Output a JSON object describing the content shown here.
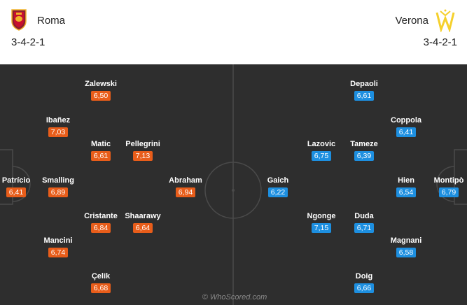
{
  "home": {
    "name": "Roma",
    "formation": "3-4-2-1",
    "color": "#e85d1a",
    "players": [
      {
        "name": "Patrício",
        "rating": "6,41"
      },
      {
        "name": "Ibañez",
        "rating": "7,03"
      },
      {
        "name": "Smalling",
        "rating": "6,89"
      },
      {
        "name": "Mancini",
        "rating": "6,74"
      },
      {
        "name": "Zalewski",
        "rating": "6,50"
      },
      {
        "name": "Matic",
        "rating": "6,61"
      },
      {
        "name": "Cristante",
        "rating": "6,84"
      },
      {
        "name": "Çelik",
        "rating": "6,68"
      },
      {
        "name": "Pellegrini",
        "rating": "7,13"
      },
      {
        "name": "Shaarawy",
        "rating": "6,64"
      },
      {
        "name": "Abraham",
        "rating": "6,94"
      }
    ]
  },
  "away": {
    "name": "Verona",
    "formation": "3-4-2-1",
    "color": "#1d8fe0",
    "players": [
      {
        "name": "Montipò",
        "rating": "6,79"
      },
      {
        "name": "Coppola",
        "rating": "6,41"
      },
      {
        "name": "Hien",
        "rating": "6,54"
      },
      {
        "name": "Magnani",
        "rating": "6,58"
      },
      {
        "name": "Depaoli",
        "rating": "6,61"
      },
      {
        "name": "Tameze",
        "rating": "6,39"
      },
      {
        "name": "Duda",
        "rating": "6,71"
      },
      {
        "name": "Doig",
        "rating": "6,66"
      },
      {
        "name": "Lazovic",
        "rating": "6,75"
      },
      {
        "name": "Ngonge",
        "rating": "7,15"
      },
      {
        "name": "Gaich",
        "rating": "6,22"
      }
    ]
  },
  "watermark": "© WhoScored.com",
  "icons": {
    "home_crest": "roma-crest-icon",
    "away_crest": "verona-crest-icon"
  }
}
